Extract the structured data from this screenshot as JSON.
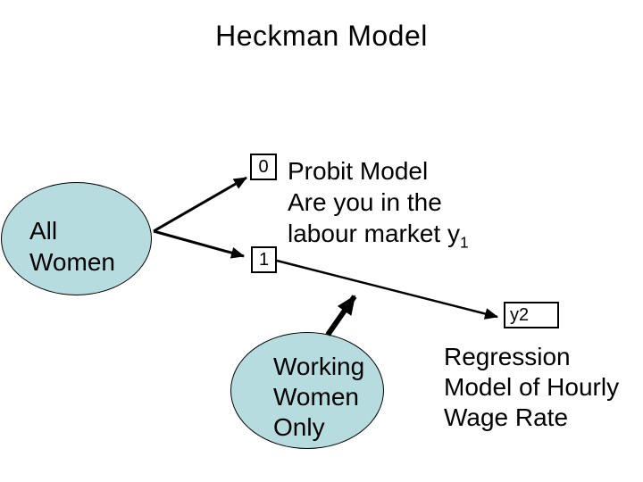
{
  "slide": {
    "title": "Heckman Model"
  },
  "diagram": {
    "all_women_label": "All Women",
    "box0_label": "0",
    "box1_label": "1",
    "probit": {
      "line1": "Probit Model",
      "line2": "Are you in the",
      "line3_main": "labour market y",
      "line3_sub": "1"
    },
    "y2_label": "y2",
    "working_women_label": "Working Women Only",
    "regression_label": "Regression Model of Hourly Wage Rate",
    "colors": {
      "ellipse_fill": "#b7dcdf",
      "line_stroke": "#000000",
      "background": "#ffffff"
    }
  }
}
